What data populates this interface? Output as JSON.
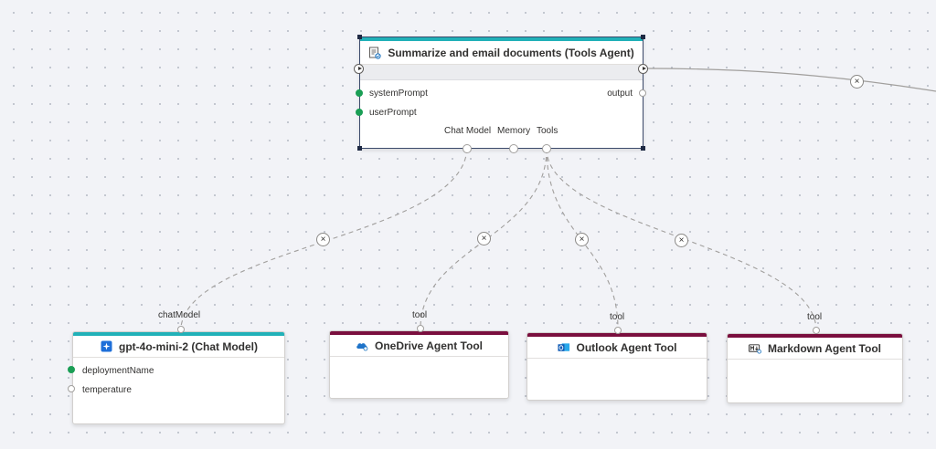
{
  "agent_node": {
    "title": "Summarize and email documents (Tools Agent)",
    "icon": "document-agent-icon",
    "inputs": [
      "systemPrompt",
      "userPrompt"
    ],
    "output": "output",
    "bottom_ports": [
      "Chat Model",
      "Memory",
      "Tools"
    ]
  },
  "model_node": {
    "title": "gpt-4o-mini-2 (Chat Model)",
    "icon": "openai-model-icon",
    "port_label": "chatModel",
    "inputs": [
      "deploymentName",
      "temperature"
    ]
  },
  "tool_nodes": [
    {
      "title": "OneDrive Agent Tool",
      "icon": "onedrive-cloud-icon",
      "port_label": "tool"
    },
    {
      "title": "Outlook Agent Tool",
      "icon": "outlook-icon",
      "port_label": "tool"
    },
    {
      "title": "Markdown Agent Tool",
      "icon": "markdown-icon",
      "port_label": "tool"
    }
  ],
  "edge_delete_symbol": "×",
  "colors": {
    "canvas": "#f2f3f7",
    "agent_accent": "#21b1b8",
    "tool_accent": "#7a0f3e",
    "connected_port": "#1a9e55",
    "selection": "#1f2a44"
  }
}
